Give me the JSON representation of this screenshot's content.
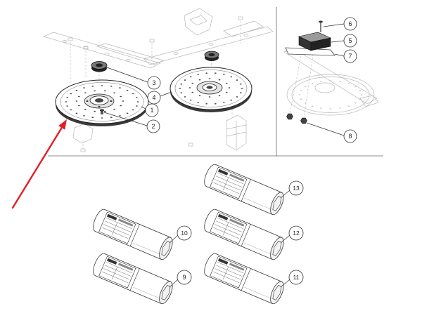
{
  "callouts": [
    "1",
    "2",
    "3",
    "4",
    "5",
    "6",
    "7",
    "8",
    "9",
    "10",
    "11",
    "12",
    "13"
  ],
  "colors": {
    "arrow": "#e31e24",
    "ink": "#222222"
  }
}
